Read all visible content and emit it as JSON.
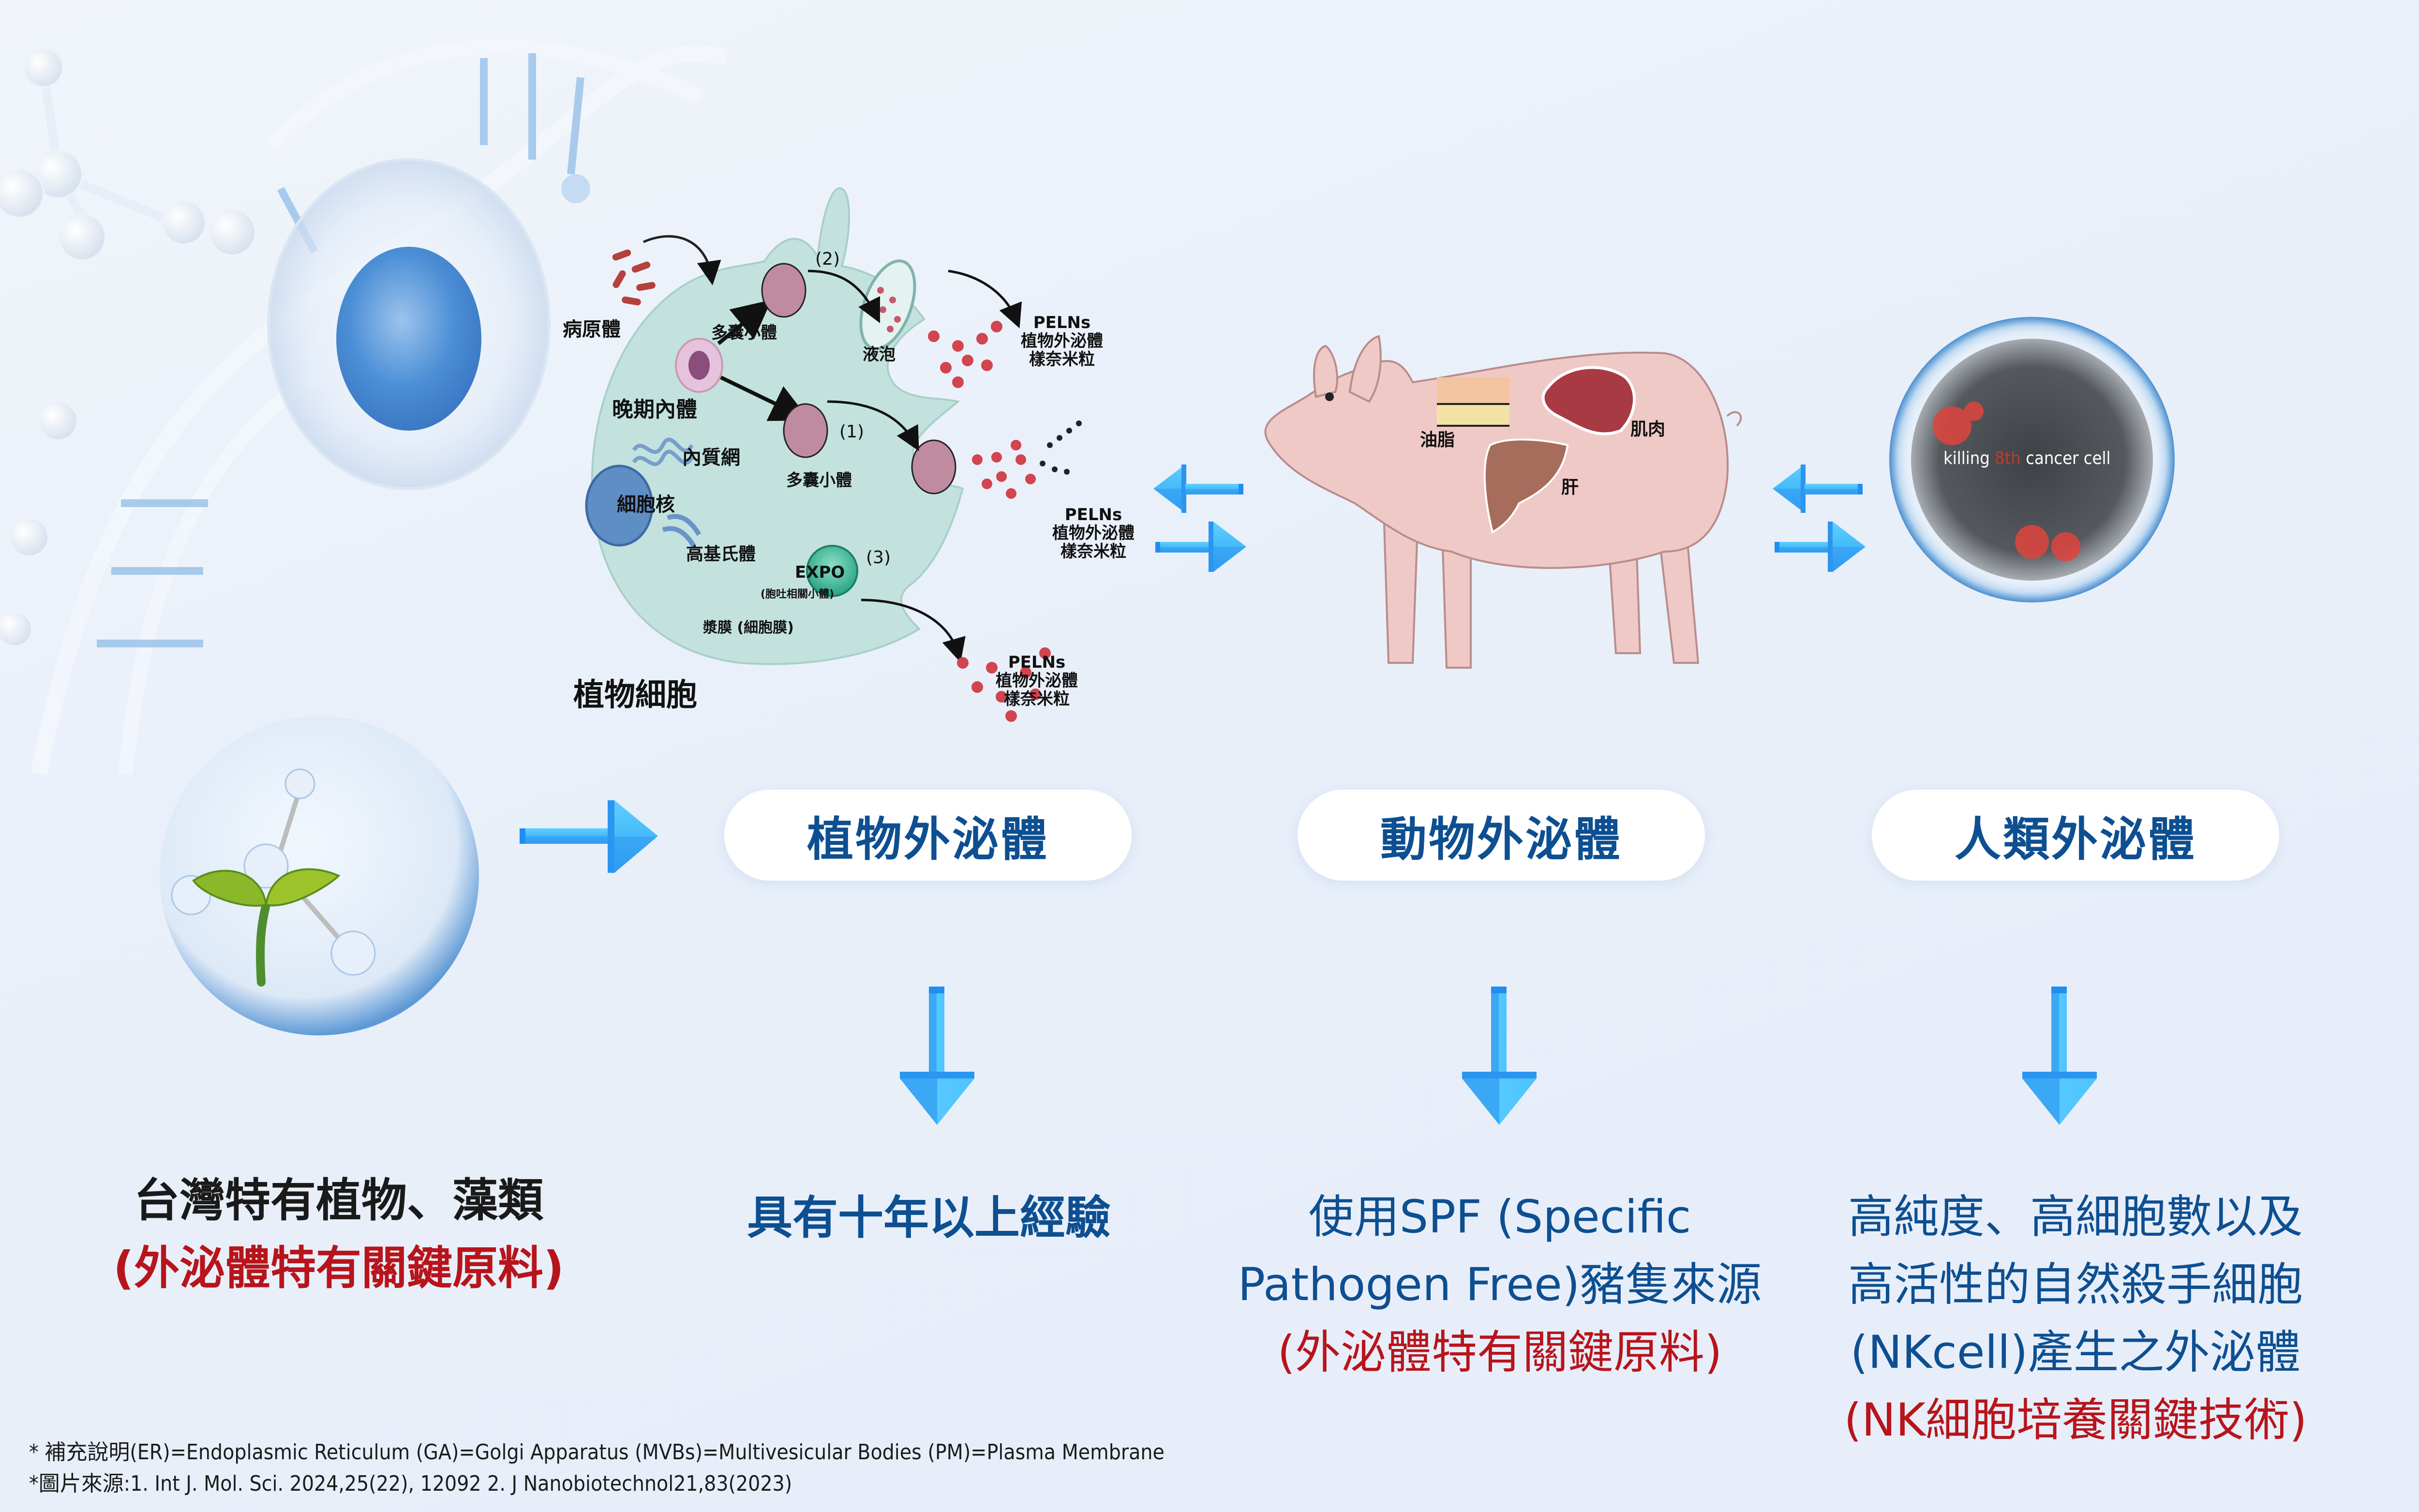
{
  "plant_cell_diagram": {
    "title": "植物細胞",
    "labels": {
      "pathogen": "病原體",
      "late_endosome": "晚期內體",
      "er": "內質網",
      "nucleus": "細胞核",
      "golgi": "高基氏體",
      "mvb_top": "多囊小體",
      "mvb_mid": "多囊小體",
      "vacuole": "液泡",
      "expo": "EXPO",
      "expo_note": "(胞吐相關小體)",
      "plasma_membrane": "漿膜 (細胞膜)",
      "route_1": "(1)",
      "route_2": "(2)",
      "route_3": "(3)"
    },
    "pelns": [
      {
        "line1": "PELNs",
        "line2": "植物外泌體",
        "line3": "樣奈米粒"
      },
      {
        "line1": "PELNs",
        "line2": "植物外泌體",
        "line3": "樣奈米粒"
      },
      {
        "line1": "PELNs",
        "line2": "植物外泌體",
        "line3": "樣奈米粒"
      }
    ]
  },
  "pig_diagram": {
    "labels": {
      "fat": "油脂",
      "muscle": "肌肉",
      "liver": "肝"
    }
  },
  "nk_bubble": {
    "caption_before": "killing ",
    "caption_highlight": "8th",
    "caption_after": " cancer cell"
  },
  "columns": [
    {
      "id": "source",
      "lines": [
        {
          "text": "台灣特有植物、藻類",
          "color": "dark"
        },
        {
          "text": "(外泌體特有關鍵原料)",
          "color": "red"
        }
      ]
    },
    {
      "id": "plant",
      "pill": "植物外泌體",
      "lines": [
        {
          "text": "具有十年以上經驗",
          "color": "blue-bold"
        }
      ]
    },
    {
      "id": "animal",
      "pill": "動物外泌體",
      "lines": [
        {
          "text": "使用SPF (Specific",
          "color": "blue"
        },
        {
          "text": "Pathogen Free)豬隻來源",
          "color": "blue"
        },
        {
          "text": "(外泌體特有關鍵原料)",
          "color": "red"
        }
      ]
    },
    {
      "id": "human",
      "pill": "人類外泌體",
      "lines": [
        {
          "text": "高純度、高細胞數以及",
          "color": "blue"
        },
        {
          "text": "高活性的自然殺手細胞",
          "color": "blue"
        },
        {
          "text": "(NKcell)產生之外泌體",
          "color": "blue"
        },
        {
          "text": "(NK細胞培養關鍵技術)",
          "color": "red"
        }
      ]
    }
  ],
  "footnotes": [
    "* 補充說明(ER)=Endoplasmic Reticulum    (GA)=Golgi Apparatus  (MVBs)=Multivesicular Bodies   (PM)=Plasma Membrane",
    "*圖片來源:1. Int J. Mol. Sci. 2024,25(22), 12092     2. J Nanobiotechnol21,83(2023)"
  ],
  "colors": {
    "heading_blue": "#0d4f91",
    "accent_red": "#b8141b",
    "arrow_blue": "#3aa8f5",
    "cell_fill": "#bfe1dc",
    "mvb_fill": "#c08aa0",
    "background": "#e8eff9"
  }
}
